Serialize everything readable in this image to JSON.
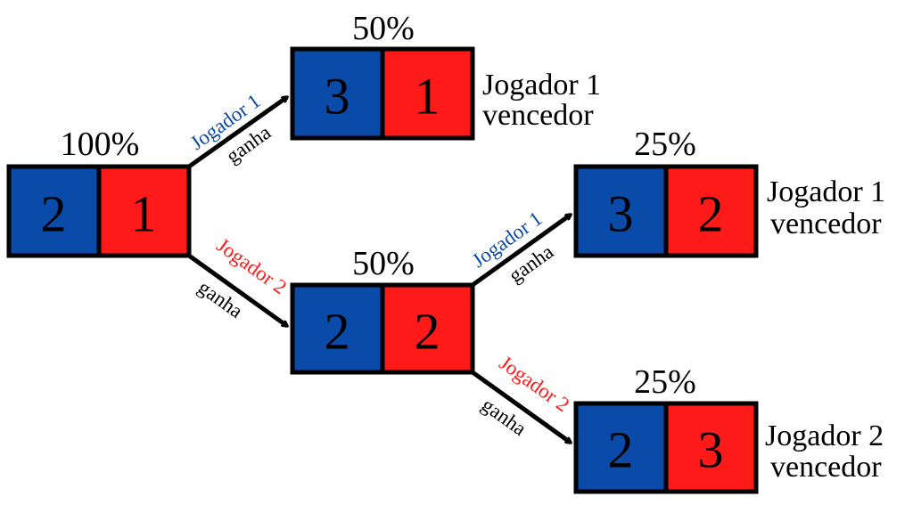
{
  "colors": {
    "player1": "#0a4aa8",
    "player2": "#ff1a1a"
  },
  "nodes": {
    "root": {
      "percent": "100%",
      "p1": "2",
      "p2": "1"
    },
    "top": {
      "percent": "50%",
      "p1": "3",
      "p2": "1",
      "result_line1": "Jogador 1",
      "result_line2": "vencedor"
    },
    "middle": {
      "percent": "50%",
      "p1": "2",
      "p2": "2"
    },
    "right_top": {
      "percent": "25%",
      "p1": "3",
      "p2": "2",
      "result_line1": "Jogador 1",
      "result_line2": "vencedor"
    },
    "right_bottom": {
      "percent": "25%",
      "p1": "2",
      "p2": "3",
      "result_line1": "Jogador 2",
      "result_line2": "vencedor"
    }
  },
  "edges": [
    {
      "player": "Jogador 1",
      "action": "ganha"
    },
    {
      "player": "Jogador 2",
      "action": "ganha"
    },
    {
      "player": "Jogador 1",
      "action": "ganha"
    },
    {
      "player": "Jogador 2",
      "action": "ganha"
    }
  ]
}
